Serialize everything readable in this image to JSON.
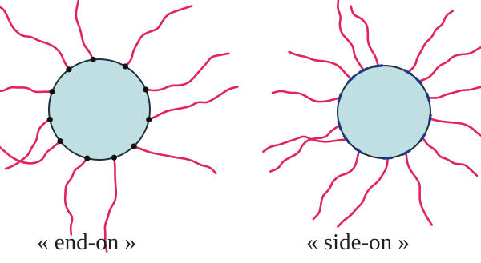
{
  "panels": [
    {
      "caption": "« end-on »",
      "anchor": "end"
    },
    {
      "caption": "« side-on »",
      "anchor": "side"
    }
  ],
  "colors": {
    "core_fill": "#bfdfe2",
    "core_stroke": "#1e2f3c",
    "chain": "#e0245a",
    "anchor_dot": "#111111",
    "anchor_bar": "#1b3a86"
  }
}
